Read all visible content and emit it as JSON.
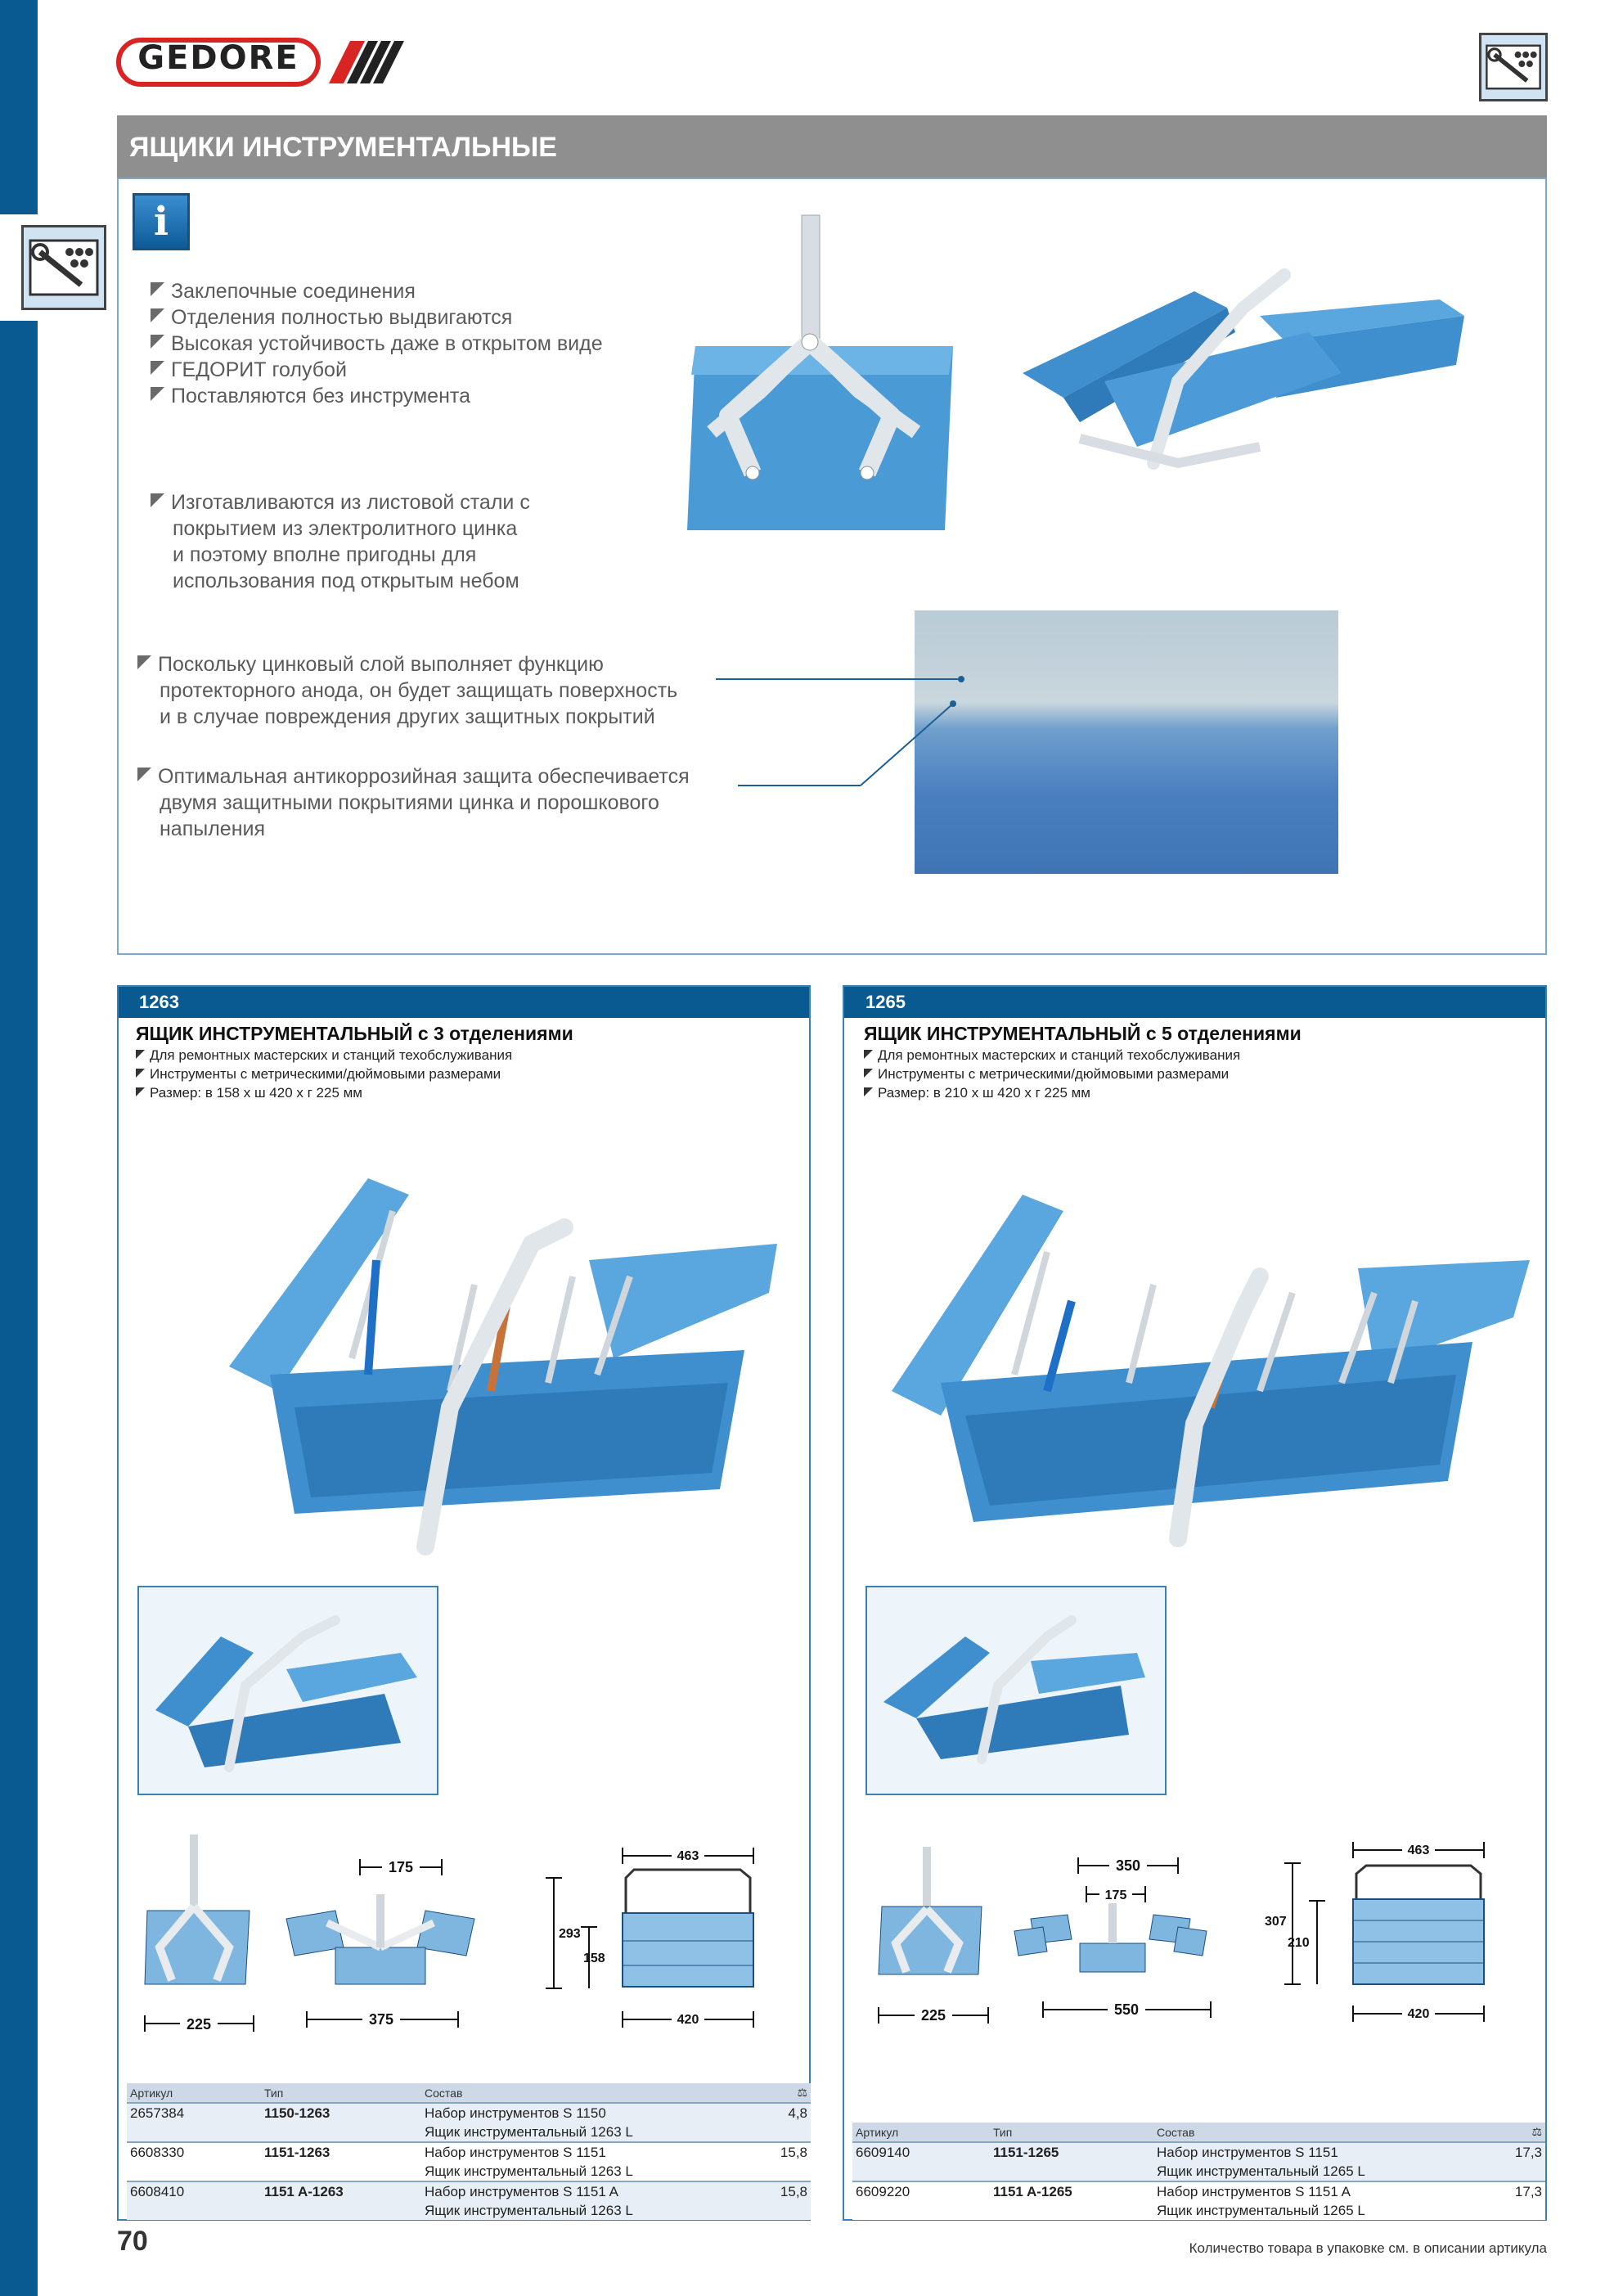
{
  "brand": {
    "name": "GEDORE"
  },
  "title": "ЯЩИКИ ИНСТРУМЕНТАЛЬНЫЕ",
  "intro": {
    "bullets1": [
      "Заклепочные соединения",
      "Отделения полностью выдвигаются",
      "Высокая устойчивость даже в открытом виде",
      "ГЕДОРИТ голубой",
      "Поставляются без инструмента"
    ],
    "bullet2_lines": [
      "Изготавливаются из листовой стали с",
      "покрытием из электролитного цинка",
      "и поэтому вполне пригодны для",
      "использования под открытым небом"
    ],
    "bullet3_lines": [
      "Поскольку цинковый слой выполняет функцию",
      "протекторного анода, он будет защищать поверхность",
      "и в случае повреждения других защитных покрытий"
    ],
    "bullet4_lines": [
      "Оптимальная антикоррозийная защита обеспечивается",
      "двумя защитными покрытиями цинка и порошкового",
      "напыления"
    ]
  },
  "products": [
    {
      "code": "1263",
      "title": "ЯЩИК ИНСТРУМЕНТАЛЬНЫЙ с 3 отделениями",
      "features": [
        "Для ремонтных мастерских и станций техобслуживания",
        "Инструменты с метрическими/дюймовыми размерами",
        "Размер: в 158 х ш 420 х г 225 мм"
      ],
      "dims": {
        "depth": "225",
        "open_top": "175",
        "open_width": "375",
        "height_open": "293",
        "height": "158",
        "width_top": "463",
        "width": "420"
      },
      "table": {
        "headers": [
          "Артикул",
          "Тип",
          "Состав",
          ""
        ],
        "rows": [
          {
            "article": "2657384",
            "type": "1150-1263",
            "content1": "Набор инструментов S 1150",
            "content2": "Ящик инструментальный 1263 L",
            "weight": "4,8"
          },
          {
            "article": "6608330",
            "type": "1151-1263",
            "content1": "Набор инструментов S 1151",
            "content2": "Ящик инструментальный 1263 L",
            "weight": "15,8"
          },
          {
            "article": "6608410",
            "type": "1151 A-1263",
            "content1": "Набор инструментов S 1151 A",
            "content2": "Ящик инструментальный 1263 L",
            "weight": "15,8"
          }
        ]
      }
    },
    {
      "code": "1265",
      "title": "ЯЩИК ИНСТРУМЕНТАЛЬНЫЙ с 5 отделениями",
      "features": [
        "Для ремонтных мастерских и станций техобслуживания",
        "Инструменты с метрическими/дюймовыми размерами",
        "Размер: в 210 х ш 420 х г 225 мм"
      ],
      "dims": {
        "depth": "225",
        "open_top": "350",
        "open_mid": "175",
        "open_width": "550",
        "height_open": "307",
        "height": "210",
        "width_top": "463",
        "width": "420"
      },
      "table": {
        "headers": [
          "Артикул",
          "Тип",
          "Состав",
          ""
        ],
        "rows": [
          {
            "article": "6609140",
            "type": "1151-1265",
            "content1": "Набор инструментов S 1151",
            "content2": "Ящик инструментальный 1265 L",
            "weight": "17,3"
          },
          {
            "article": "6609220",
            "type": "1151 A-1265",
            "content1": "Набор инструментов S 1151 A",
            "content2": "Ящик инструментальный 1265 L",
            "weight": "17,3"
          }
        ]
      }
    }
  ],
  "footer": {
    "page": "70",
    "note": "Количество товара в упаковке см. в описании артикула"
  },
  "colors": {
    "accent": "#0a5a92",
    "title_bar": "#8f8f8f",
    "brand_red": "#d92424",
    "box_blue": "#4a9ad6"
  }
}
